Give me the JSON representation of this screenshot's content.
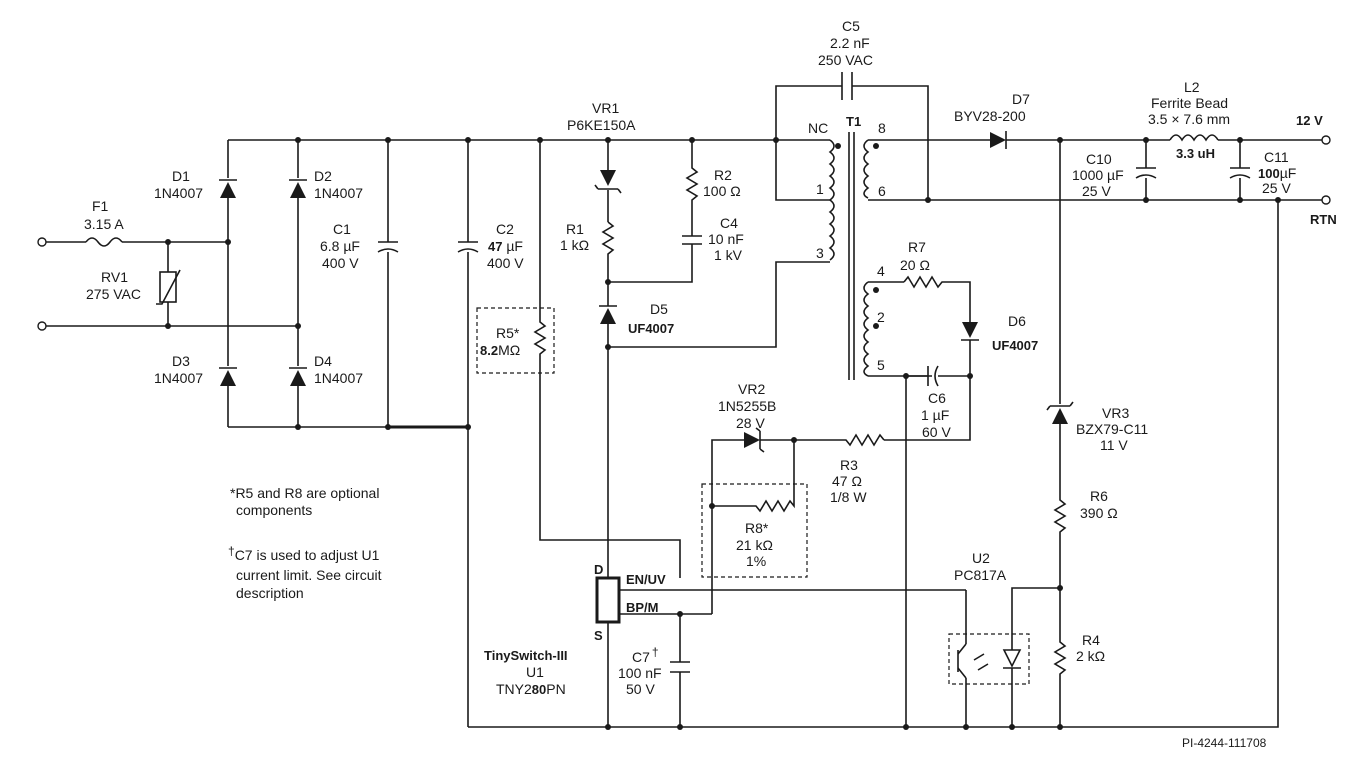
{
  "components": {
    "F1": {
      "ref": "F1",
      "value": "3.15 A"
    },
    "RV1": {
      "ref": "RV1",
      "value": "275 VAC"
    },
    "D1": {
      "ref": "D1",
      "part": "1N4007"
    },
    "D2": {
      "ref": "D2",
      "part": "1N4007"
    },
    "D3": {
      "ref": "D3",
      "part": "1N4007"
    },
    "D4": {
      "ref": "D4",
      "part": "1N4007"
    },
    "C1": {
      "ref": "C1",
      "value": "6.8 µF",
      "voltage": "400 V"
    },
    "C2": {
      "ref": "C2",
      "value_bold": "47",
      "value_unit": " µF",
      "voltage": "400 V"
    },
    "R5": {
      "ref": "R5*",
      "value_bold": "8.2",
      "value_unit": "MΩ"
    },
    "VR1": {
      "ref": "VR1",
      "part": "P6KE150A"
    },
    "R1": {
      "ref": "R1",
      "value": "1 kΩ"
    },
    "R2": {
      "ref": "R2",
      "value": "100 Ω"
    },
    "C4": {
      "ref": "C4",
      "value": "10 nF",
      "voltage": "1 kV"
    },
    "D5": {
      "ref": "D5",
      "part": "UF4007"
    },
    "C5": {
      "ref": "C5",
      "value": "2.2 nF",
      "voltage": "250 VAC"
    },
    "T1": {
      "ref": "T1",
      "nc": "NC",
      "pins": [
        "1",
        "3",
        "8",
        "6",
        "4",
        "2",
        "5"
      ]
    },
    "D7": {
      "ref": "D7",
      "part": "BYV28-200"
    },
    "L2": {
      "ref": "L2",
      "desc": "Ferrite Bead",
      "size": "3.5 × 7.6 mm",
      "value": "3.3 uH"
    },
    "C10": {
      "ref": "C10",
      "value": "1000 µF",
      "voltage": "25 V"
    },
    "C11": {
      "ref": "C11",
      "value_bold": "100",
      "value_unit": "µF",
      "voltage": "25 V"
    },
    "R7": {
      "ref": "R7",
      "value": "20 Ω"
    },
    "D6": {
      "ref": "D6",
      "part": "UF4007"
    },
    "C6": {
      "ref": "C6",
      "value": "1 µF",
      "voltage": "60 V"
    },
    "VR2": {
      "ref": "VR2",
      "part": "1N5255B",
      "voltage": "28 V"
    },
    "R3": {
      "ref": "R3",
      "value": "47 Ω",
      "power": "1/8 W"
    },
    "R8": {
      "ref": "R8*",
      "value": "21 kΩ",
      "tol": "1%"
    },
    "VR3": {
      "ref": "VR3",
      "part": "BZX79-C11",
      "voltage": "11 V"
    },
    "R6": {
      "ref": "R6",
      "value": "390 Ω"
    },
    "U2": {
      "ref": "U2",
      "part": "PC817A"
    },
    "R4": {
      "ref": "R4",
      "value": "2 kΩ"
    },
    "C7": {
      "ref": "C7",
      "dagger": "†",
      "value": "100 nF",
      "voltage": "50 V"
    },
    "U1": {
      "family": "TinySwitch-III",
      "ref": "U1",
      "part_pre": "TNY2",
      "part_bold": "80",
      "part_post": "PN",
      "pin_d": "D",
      "pin_s": "S",
      "pin_en": "EN/UV",
      "pin_bp": "BP/M"
    }
  },
  "outputs": {
    "vout": "12 V",
    "rtn": "RTN"
  },
  "notes": {
    "optional_1": "*R5 and R8 are optional",
    "optional_2": "components",
    "c7_mark": "†",
    "c7_1": "C7 is used to adjust U1",
    "c7_2": "current limit. See circuit",
    "c7_3": "description"
  },
  "drawing_id": "PI-4244-111708"
}
